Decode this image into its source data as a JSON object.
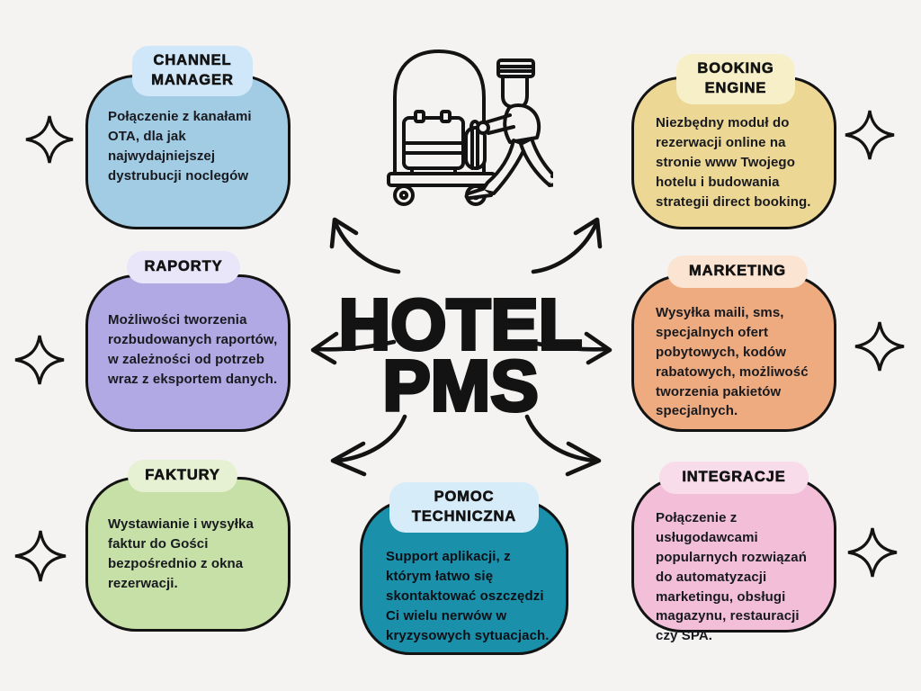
{
  "background": "#f4f3f1",
  "ink": "#131313",
  "title": {
    "line1": "HOTEL",
    "line2": "PMS"
  },
  "center_icon": "bellhop-luggage-cart-icon",
  "decorations": {
    "sparkle_icon": "four-point-sparkle",
    "sparkle_count": 6,
    "arrows": [
      "arrow-up-left",
      "arrow-up-right",
      "arrow-left",
      "arrow-right",
      "arrow-down-left",
      "arrow-down-right"
    ]
  },
  "nodes": [
    {
      "id": "channel-manager",
      "label": "CHANNEL MANAGER",
      "body": "Połączenie z kanałami OTA, dla jak najwydajniejszej dystrubucji noclegów",
      "fill": "#a2cbe4",
      "pill_fill": "#cfe7f8"
    },
    {
      "id": "raporty",
      "label": "RAPORTY",
      "body": "Możliwości tworzenia rozbudowanych raportów, w zależności od potrzeb wraz z eksportem danych.",
      "fill": "#b1a9e3",
      "pill_fill": "#e9e6fa"
    },
    {
      "id": "faktury",
      "label": "FAKTURY",
      "body": "Wystawianie i wysyłka faktur do Gości bezpośrednio z okna rezerwacji.",
      "fill": "#c7e0a8",
      "pill_fill": "#e6f1d4"
    },
    {
      "id": "booking-engine",
      "label": "BOOKING ENGINE",
      "body": "Niezbędny moduł do rezerwacji online na stronie www Twojego hotelu i budowania strategii direct booking.",
      "fill": "#ecd795",
      "pill_fill": "#f7efc7"
    },
    {
      "id": "marketing",
      "label": "MARKETING",
      "body": "Wysyłka maili, sms, specjalnych ofert pobytowych, kodów rabatowych, możliwość tworzenia pakietów specjalnych.",
      "fill": "#eeab80",
      "pill_fill": "#fbe4d2"
    },
    {
      "id": "integracje",
      "label": "INTEGRACJE",
      "body": "Połączenie z usługodawcami popularnych rozwiązań do automatyzacji marketingu, obsługi magazynu, restauracji czy SPA.",
      "fill": "#f2bed8",
      "pill_fill": "#f9dcea"
    },
    {
      "id": "pomoc-techniczna",
      "label": "POMOC TECHNICZNA",
      "body": "Support aplikacji, z którym łatwo się skontaktować oszczędzi Ci wielu nerwów w kryzysowych sytuacjach.",
      "fill": "#1a90aa",
      "pill_fill": "#d7ecf9"
    }
  ]
}
